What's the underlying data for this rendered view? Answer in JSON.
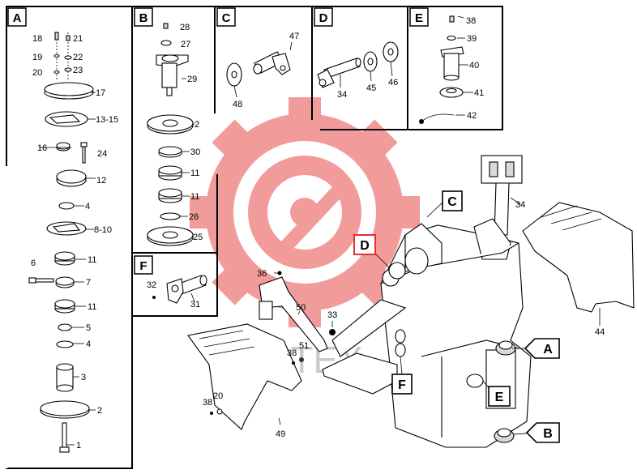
{
  "colors": {
    "line": "#000000",
    "watermark_red": "#f08a8a",
    "watermark_grey": "#bdbdbd",
    "highlight_box": "#e23030"
  },
  "panels": {
    "A": {
      "letter": "A",
      "labels": [
        "18",
        "21",
        "19",
        "22",
        "20",
        "23",
        "17",
        "13-15",
        "16",
        "24",
        "12",
        "4",
        "8-10",
        "6",
        "11",
        "7",
        "11",
        "5",
        "4",
        "3",
        "2",
        "1"
      ]
    },
    "B": {
      "letter": "B",
      "labels": [
        "28",
        "27",
        "29",
        "2",
        "30",
        "11",
        "11",
        "26",
        "25"
      ]
    },
    "C": {
      "letter": "C",
      "labels": [
        "47",
        "48"
      ]
    },
    "D": {
      "letter": "D",
      "labels": [
        "34",
        "45",
        "46"
      ]
    },
    "E": {
      "letter": "E",
      "labels": [
        "38",
        "39",
        "40",
        "41",
        "42"
      ]
    },
    "F": {
      "letter": "F",
      "labels": [
        "32",
        "31"
      ]
    }
  },
  "assembly": {
    "labels": [
      "34",
      "44",
      "36",
      "50",
      "33",
      "38",
      "51",
      "38",
      "20",
      "49"
    ],
    "callouts": [
      "C",
      "D",
      "A",
      "F",
      "E",
      "B"
    ]
  },
  "watermark": {
    "text": "ИНТЕХ"
  }
}
